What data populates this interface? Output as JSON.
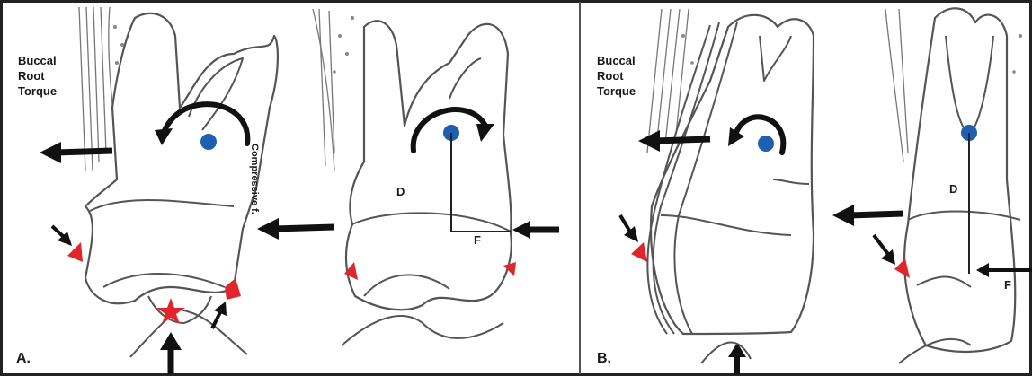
{
  "panel_a": {
    "label": "A.",
    "torque_lines": [
      "Buccal",
      "Root",
      "Torque"
    ],
    "vertical_text": "Compressive f.",
    "d_label": "D",
    "f_label": "F"
  },
  "panel_b": {
    "label": "B.",
    "torque_lines": [
      "Buccal",
      "Root",
      "Torque"
    ],
    "d_label": "D",
    "f_label": "F"
  },
  "colors": {
    "center_dot": "#1e5fb0",
    "bracket": "#e0262b",
    "star": "#e0262b",
    "arrow": "#111111"
  }
}
